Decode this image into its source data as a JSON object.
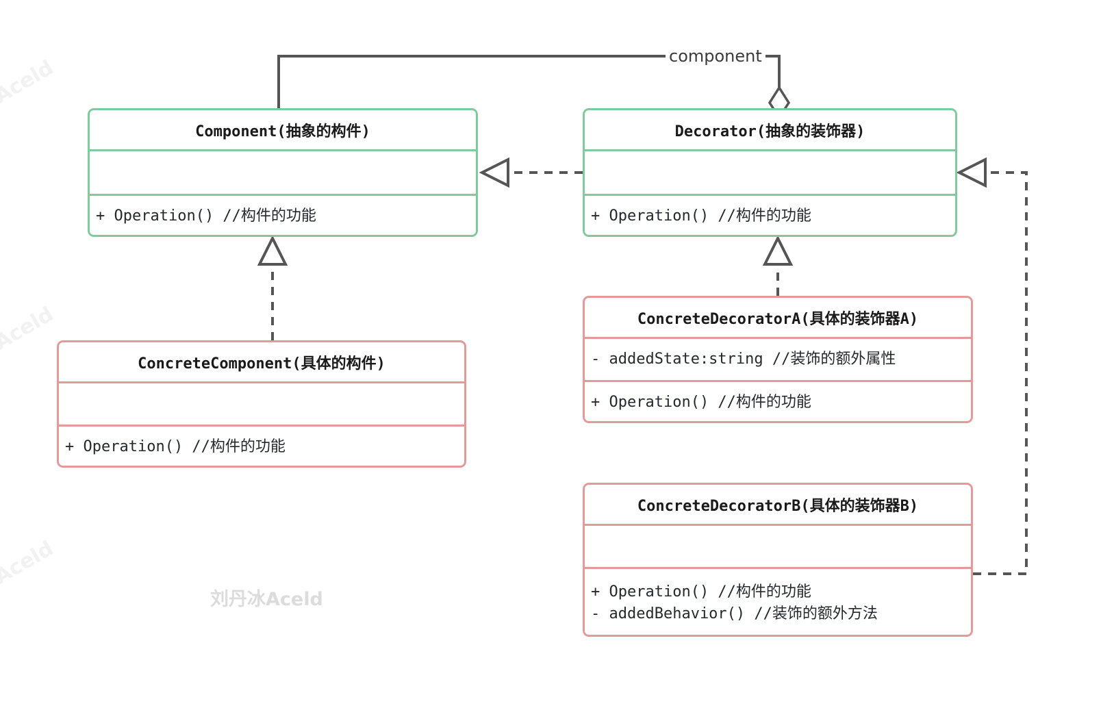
{
  "diagram": {
    "title": "Decorator Pattern UML Class Diagram",
    "watermark_center": "刘丹冰Aceld",
    "watermark_edge": "Aceld",
    "colors": {
      "abstract_border": "#82ca9c",
      "concrete_border": "#e59a9a",
      "connector": "#555555",
      "text": "#24292e",
      "background": "#ffffff"
    },
    "classes": [
      {
        "id": "component",
        "name": "Component(抽象的构件)",
        "stereotype": "abstract",
        "attributes": [],
        "operations": [
          "+ Operation() //构件的功能"
        ]
      },
      {
        "id": "decorator",
        "name": "Decorator(抽象的装饰器)",
        "stereotype": "abstract",
        "attributes": [],
        "operations": [
          "+ Operation() //构件的功能"
        ]
      },
      {
        "id": "concrete-component",
        "name": "ConcreteComponent(具体的构件)",
        "stereotype": "concrete",
        "attributes": [],
        "operations": [
          "+ Operation() //构件的功能"
        ]
      },
      {
        "id": "concrete-decorator-a",
        "name": "ConcreteDecoratorA(具体的装饰器A)",
        "stereotype": "concrete",
        "attributes": [
          "- addedState:string //装饰的额外属性"
        ],
        "operations": [
          "+ Operation() //构件的功能"
        ]
      },
      {
        "id": "concrete-decorator-b",
        "name": "ConcreteDecoratorB(具体的装饰器B)",
        "stereotype": "concrete",
        "attributes": [],
        "operations": [
          "+ Operation() //构件的功能",
          "- addedBehavior() //装饰的额外方法"
        ]
      }
    ],
    "relations": [
      {
        "id": "aggregation-decorator-component",
        "type": "aggregation",
        "from": "decorator",
        "to": "component",
        "label": "component"
      },
      {
        "id": "realization-decorator-component",
        "type": "realization",
        "from": "decorator",
        "to": "component",
        "label": ""
      },
      {
        "id": "realization-concrete-component-component",
        "type": "realization",
        "from": "concrete-component",
        "to": "component",
        "label": ""
      },
      {
        "id": "realization-decorator-a-decorator",
        "type": "realization",
        "from": "concrete-decorator-a",
        "to": "decorator",
        "label": ""
      },
      {
        "id": "realization-decorator-b-decorator",
        "type": "realization",
        "from": "concrete-decorator-b",
        "to": "decorator",
        "label": ""
      }
    ]
  }
}
